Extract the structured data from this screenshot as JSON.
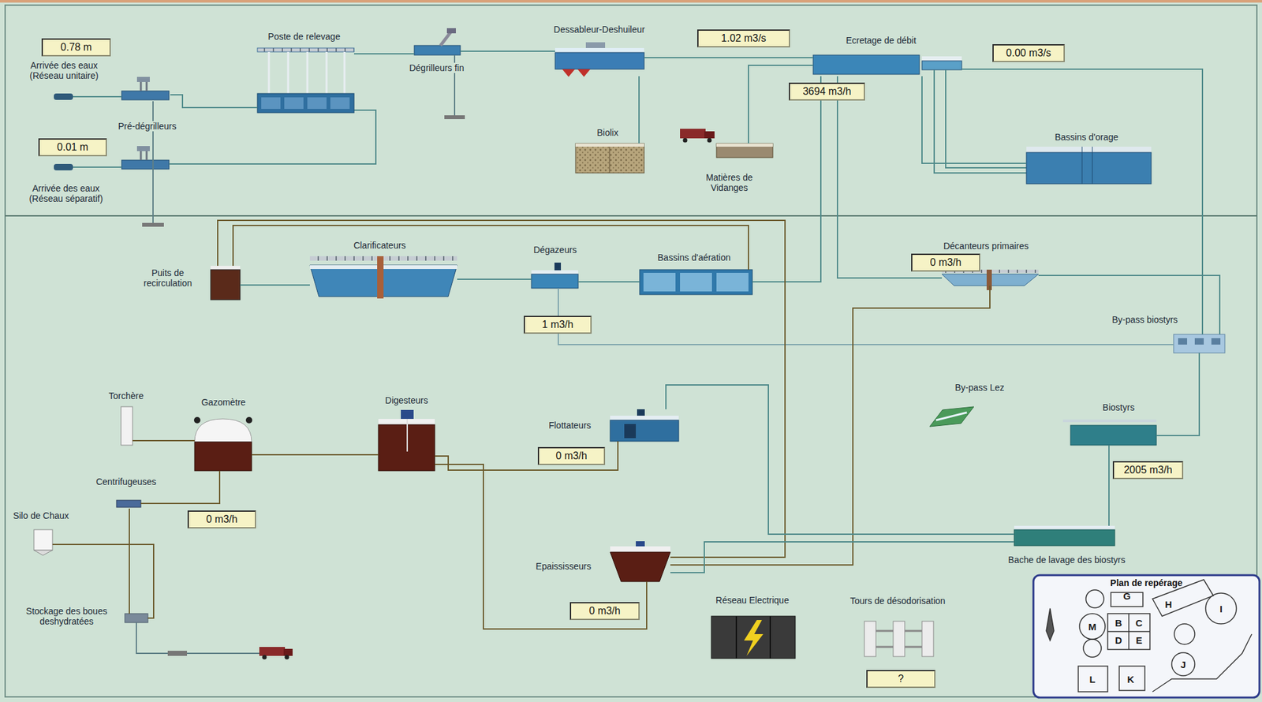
{
  "diagram": {
    "nodes": [
      {
        "text": [
          "0.78 m"
        ]
      },
      {
        "text": [
          "Arrivée des eaux (Réseau unitaire)"
        ]
      },
      {
        "text": [
          "Pré-dégrilleurs"
        ]
      },
      {
        "text": [
          "0.01 m"
        ]
      },
      {
        "text": [
          "Arrivée des eaux (Réseau séparatif)"
        ]
      },
      {
        "text": [
          "Poste de relevage"
        ]
      },
      {
        "text": [
          "Dégrilleurs fin"
        ]
      },
      {
        "text": [
          "Dessableur-Deshuileur"
        ]
      },
      {
        "text": [
          "1.02 m3/s"
        ]
      },
      {
        "text": [
          "Ecretage de débit"
        ]
      },
      {
        "text": [
          "0.00 m3/s"
        ]
      },
      {
        "text": [
          "3694 m3/h"
        ]
      },
      {
        "text": [
          "Biolix"
        ]
      },
      {
        "text": [
          "Matières de Vidanges"
        ]
      },
      {
        "text": [
          "Bassins d'orage"
        ]
      },
      {
        "text": [
          "Puits de recirculation"
        ]
      },
      {
        "text": [
          "Clarificateurs"
        ]
      },
      {
        "text": [
          "Dégazeurs"
        ]
      },
      {
        "text": [
          "1 m3/h"
        ]
      },
      {
        "text": [
          "Bassins d'aération"
        ]
      },
      {
        "text": [
          "0 m3/h"
        ]
      },
      {
        "text": [
          "Décanteurs primaires"
        ]
      },
      {
        "text": [
          "By-pass biostyrs"
        ]
      },
      {
        "text": [
          "Torchère"
        ]
      },
      {
        "text": [
          "Gazomètre"
        ]
      },
      {
        "text": [
          "Digesteurs"
        ]
      },
      {
        "text": [
          "Flottateurs"
        ]
      },
      {
        "text": [
          "0 m3/h"
        ]
      },
      {
        "text": [
          "By-pass Lez"
        ]
      },
      {
        "text": [
          "Biostyrs"
        ]
      },
      {
        "text": [
          "2005 m3/h"
        ]
      },
      {
        "text": [
          "Centrifugeuses"
        ]
      },
      {
        "text": [
          "0 m3/h"
        ]
      },
      {
        "text": [
          "Silo de Chaux"
        ]
      },
      {
        "text": [
          "Stockage des boues deshydratées"
        ]
      },
      {
        "text": [
          "Epaississeurs"
        ]
      },
      {
        "text": [
          "0 m3/h"
        ]
      },
      {
        "text": [
          "Réseau Electrique"
        ]
      },
      {
        "text": [
          "Tours de désodorisation"
        ]
      },
      {
        "text": [
          "?"
        ]
      },
      {
        "text": [
          "Bache de lavage des biostyrs"
        ]
      },
      {
        "text": [
          "Plan de repérage"
        ]
      }
    ],
    "edges": [
      {
        "from": 1,
        "to": 2,
        "arrow": "none"
      },
      {
        "from": 4,
        "to": 2,
        "arrow": "none"
      },
      {
        "from": 2,
        "to": 5,
        "arrow": "none"
      },
      {
        "from": 5,
        "to": 6,
        "arrow": "none"
      },
      {
        "from": 6,
        "to": 7,
        "arrow": "none"
      },
      {
        "from": 7,
        "to": 9,
        "arrow": "none"
      },
      {
        "from": 7,
        "to": 12,
        "arrow": "none"
      },
      {
        "from": 13,
        "to": 9,
        "arrow": "none"
      },
      {
        "from": 9,
        "to": 14,
        "arrow": "none"
      },
      {
        "from": 9,
        "to": 19,
        "arrow": "none"
      },
      {
        "from": 9,
        "to": 21,
        "arrow": "none"
      },
      {
        "from": 9,
        "to": 22,
        "arrow": "none"
      },
      {
        "from": 22,
        "to": 29,
        "arrow": "none"
      },
      {
        "from": 21,
        "to": 22,
        "arrow": "none"
      },
      {
        "from": 17,
        "to": 22,
        "arrow": "none"
      },
      {
        "from": 19,
        "to": 17,
        "arrow": "none"
      },
      {
        "from": 17,
        "to": 16,
        "arrow": "none"
      },
      {
        "from": 16,
        "to": 15,
        "arrow": "none"
      },
      {
        "from": 15,
        "to": 19,
        "arrow": "none"
      },
      {
        "from": 15,
        "to": 35,
        "arrow": "none"
      },
      {
        "from": 21,
        "to": 35,
        "arrow": "none"
      },
      {
        "from": 40,
        "to": 35,
        "arrow": "none"
      },
      {
        "from": 26,
        "to": 40,
        "arrow": "none"
      },
      {
        "from": 29,
        "to": 40,
        "arrow": "none"
      },
      {
        "from": 35,
        "to": 25,
        "arrow": "none"
      },
      {
        "from": 26,
        "to": 25,
        "arrow": "none"
      },
      {
        "from": 25,
        "to": 24,
        "arrow": "none"
      },
      {
        "from": 24,
        "to": 23,
        "arrow": "none"
      },
      {
        "from": 24,
        "to": 31,
        "arrow": "none"
      },
      {
        "from": 31,
        "to": 34,
        "arrow": "none"
      },
      {
        "from": 33,
        "to": 34,
        "arrow": "none"
      }
    ],
    "labels": [
      "G",
      "H",
      "B",
      "C",
      "D",
      "E",
      "M",
      "I",
      "J",
      "L",
      "K"
    ]
  }
}
